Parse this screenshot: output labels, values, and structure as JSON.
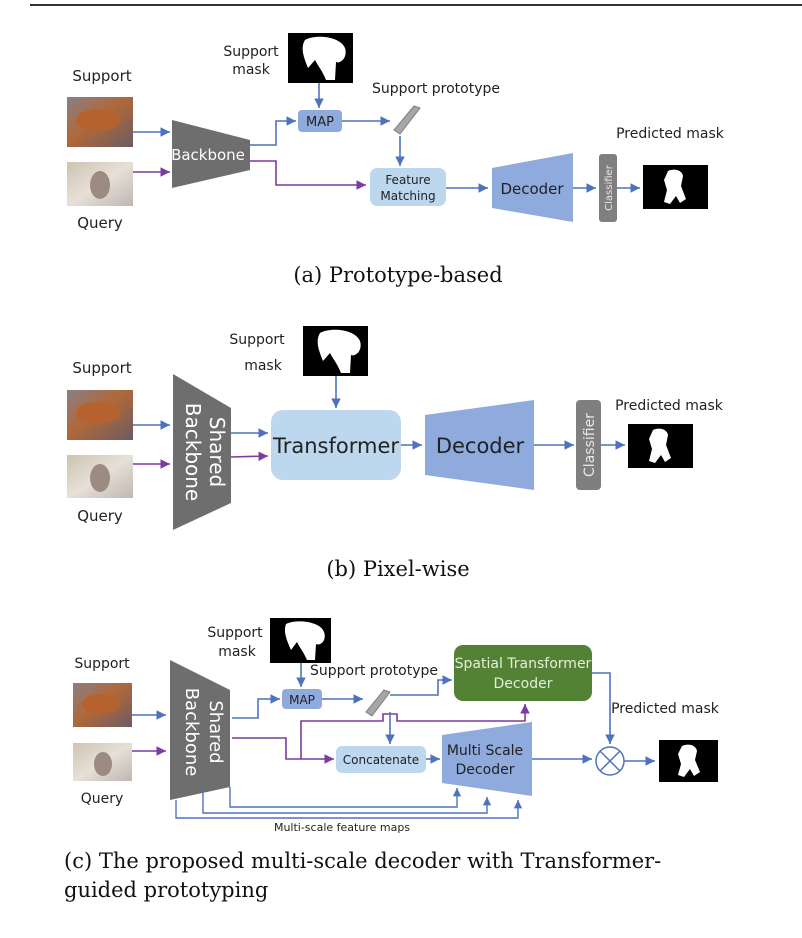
{
  "colors": {
    "blue_arrow": "#4f72be",
    "purple_arrow": "#7a3c9e",
    "backbone": "#6e6e6e",
    "light_box": "#bdd7ee",
    "mid_box": "#8faadc",
    "decoder": "#8faadc",
    "green_box": "#548235",
    "classifier": "#7f7f7f"
  },
  "panel_a": {
    "support_label": "Support",
    "query_label": "Query",
    "support_mask_label": [
      "Support",
      "mask"
    ],
    "backbone_label": "Backbone",
    "map_label": "MAP",
    "support_prototype_label": "Support prototype",
    "feature_matching_label": [
      "Feature",
      "Matching"
    ],
    "decoder_label": "Decoder",
    "classifier_label": "Classifier",
    "predicted_mask_label": "Predicted mask",
    "caption": "(a) Prototype-based"
  },
  "panel_b": {
    "support_label": "Support",
    "query_label": "Query",
    "support_mask_label": [
      "Support",
      "mask"
    ],
    "backbone_label": [
      "Shared",
      "Backbone"
    ],
    "transformer_label": "Transformer",
    "decoder_label": "Decoder",
    "classifier_label": "Classifier",
    "predicted_mask_label": "Predicted mask",
    "caption": "(b) Pixel-wise"
  },
  "panel_c": {
    "support_label": "Support",
    "query_label": "Query",
    "support_mask_label": [
      "Support",
      "mask"
    ],
    "backbone_label": [
      "Shared",
      "Backbone"
    ],
    "map_label": "MAP",
    "support_prototype_label": "Support prototype",
    "spatial_transformer_label": [
      "Spatial Transformer",
      "Decoder"
    ],
    "concatenate_label": "Concatenate",
    "multi_scale_decoder_label": [
      "Multi Scale",
      "Decoder"
    ],
    "predicted_mask_label": "Predicted mask",
    "feature_maps_label": "Multi-scale feature maps",
    "caption_line1": "(c) The proposed multi-scale decoder with Transformer-",
    "caption_line2": "guided prototyping"
  }
}
